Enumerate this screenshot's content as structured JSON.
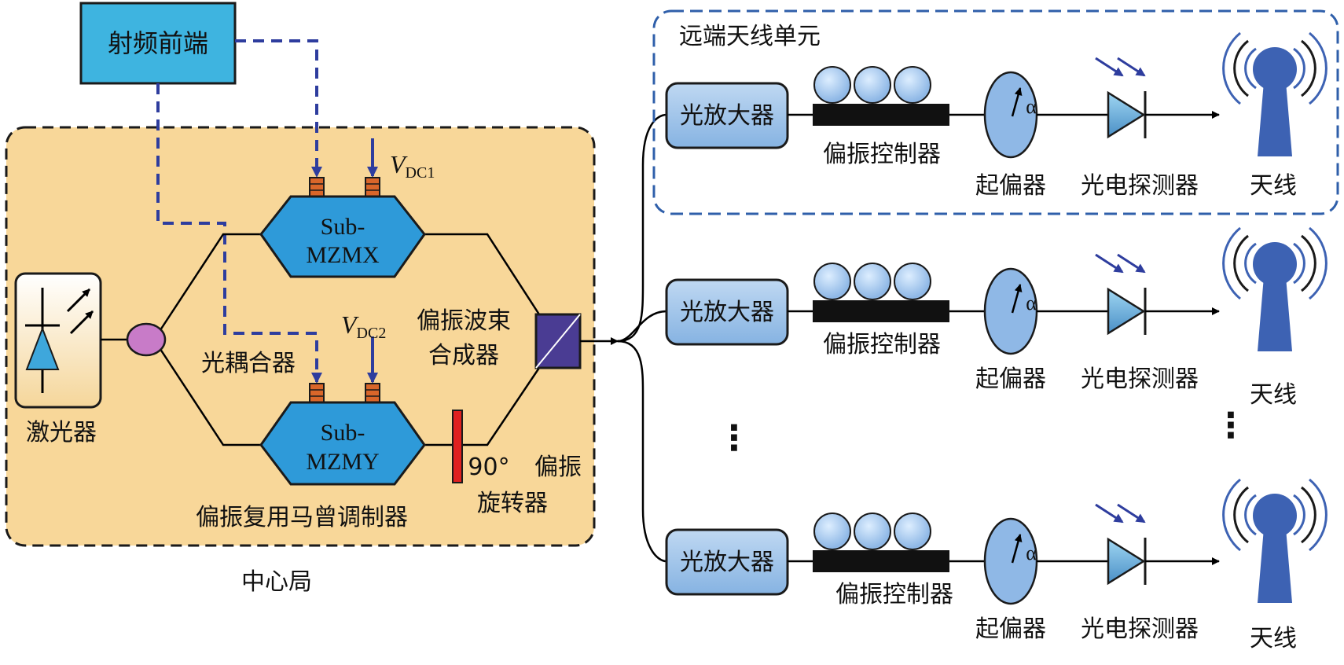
{
  "labels": {
    "rf_frontend": "射频前端",
    "remote_unit": "远端天线单元",
    "laser": "激光器",
    "coupler": "光耦合器",
    "sub_mzm_x_line1": "Sub-",
    "sub_mzm_x_line2": "MZMX",
    "sub_mzm_y_line1": "Sub-",
    "sub_mzm_y_line2": "MZMY",
    "vdc1_main": "V",
    "vdc1_sub": "DC1",
    "vdc2_main": "V",
    "vdc2_sub": "DC2",
    "pbc_line1": "偏振波束",
    "pbc_line2": "合成器",
    "rotation_angle": "90°",
    "rotator_line1": "偏振",
    "rotator_line2": "旋转器",
    "modulator": "偏振复用马曾调制器",
    "central_office": "中心局",
    "amplifier": "光放大器",
    "polarization_controller": "偏振控制器",
    "polarizer": "起偏器",
    "angle_symbol": "α",
    "photodetector": "光电探测器",
    "antenna": "天线",
    "ellipsis": "⋮"
  },
  "colors": {
    "central_office_fill": "#F8D799",
    "rf_box_fill": "#3EB4E0",
    "sub_mzm_fill": "#2E9AD9",
    "amplifier_fill": "#9DC3E6",
    "coupler_fill": "#C87BC8",
    "pbc_fill": "#4A3C93",
    "rotator_fill": "#E02020",
    "antenna_fill": "#3D62B3",
    "dashed_signal": "#2E3D9E",
    "remote_border": "#2F5FAA"
  }
}
